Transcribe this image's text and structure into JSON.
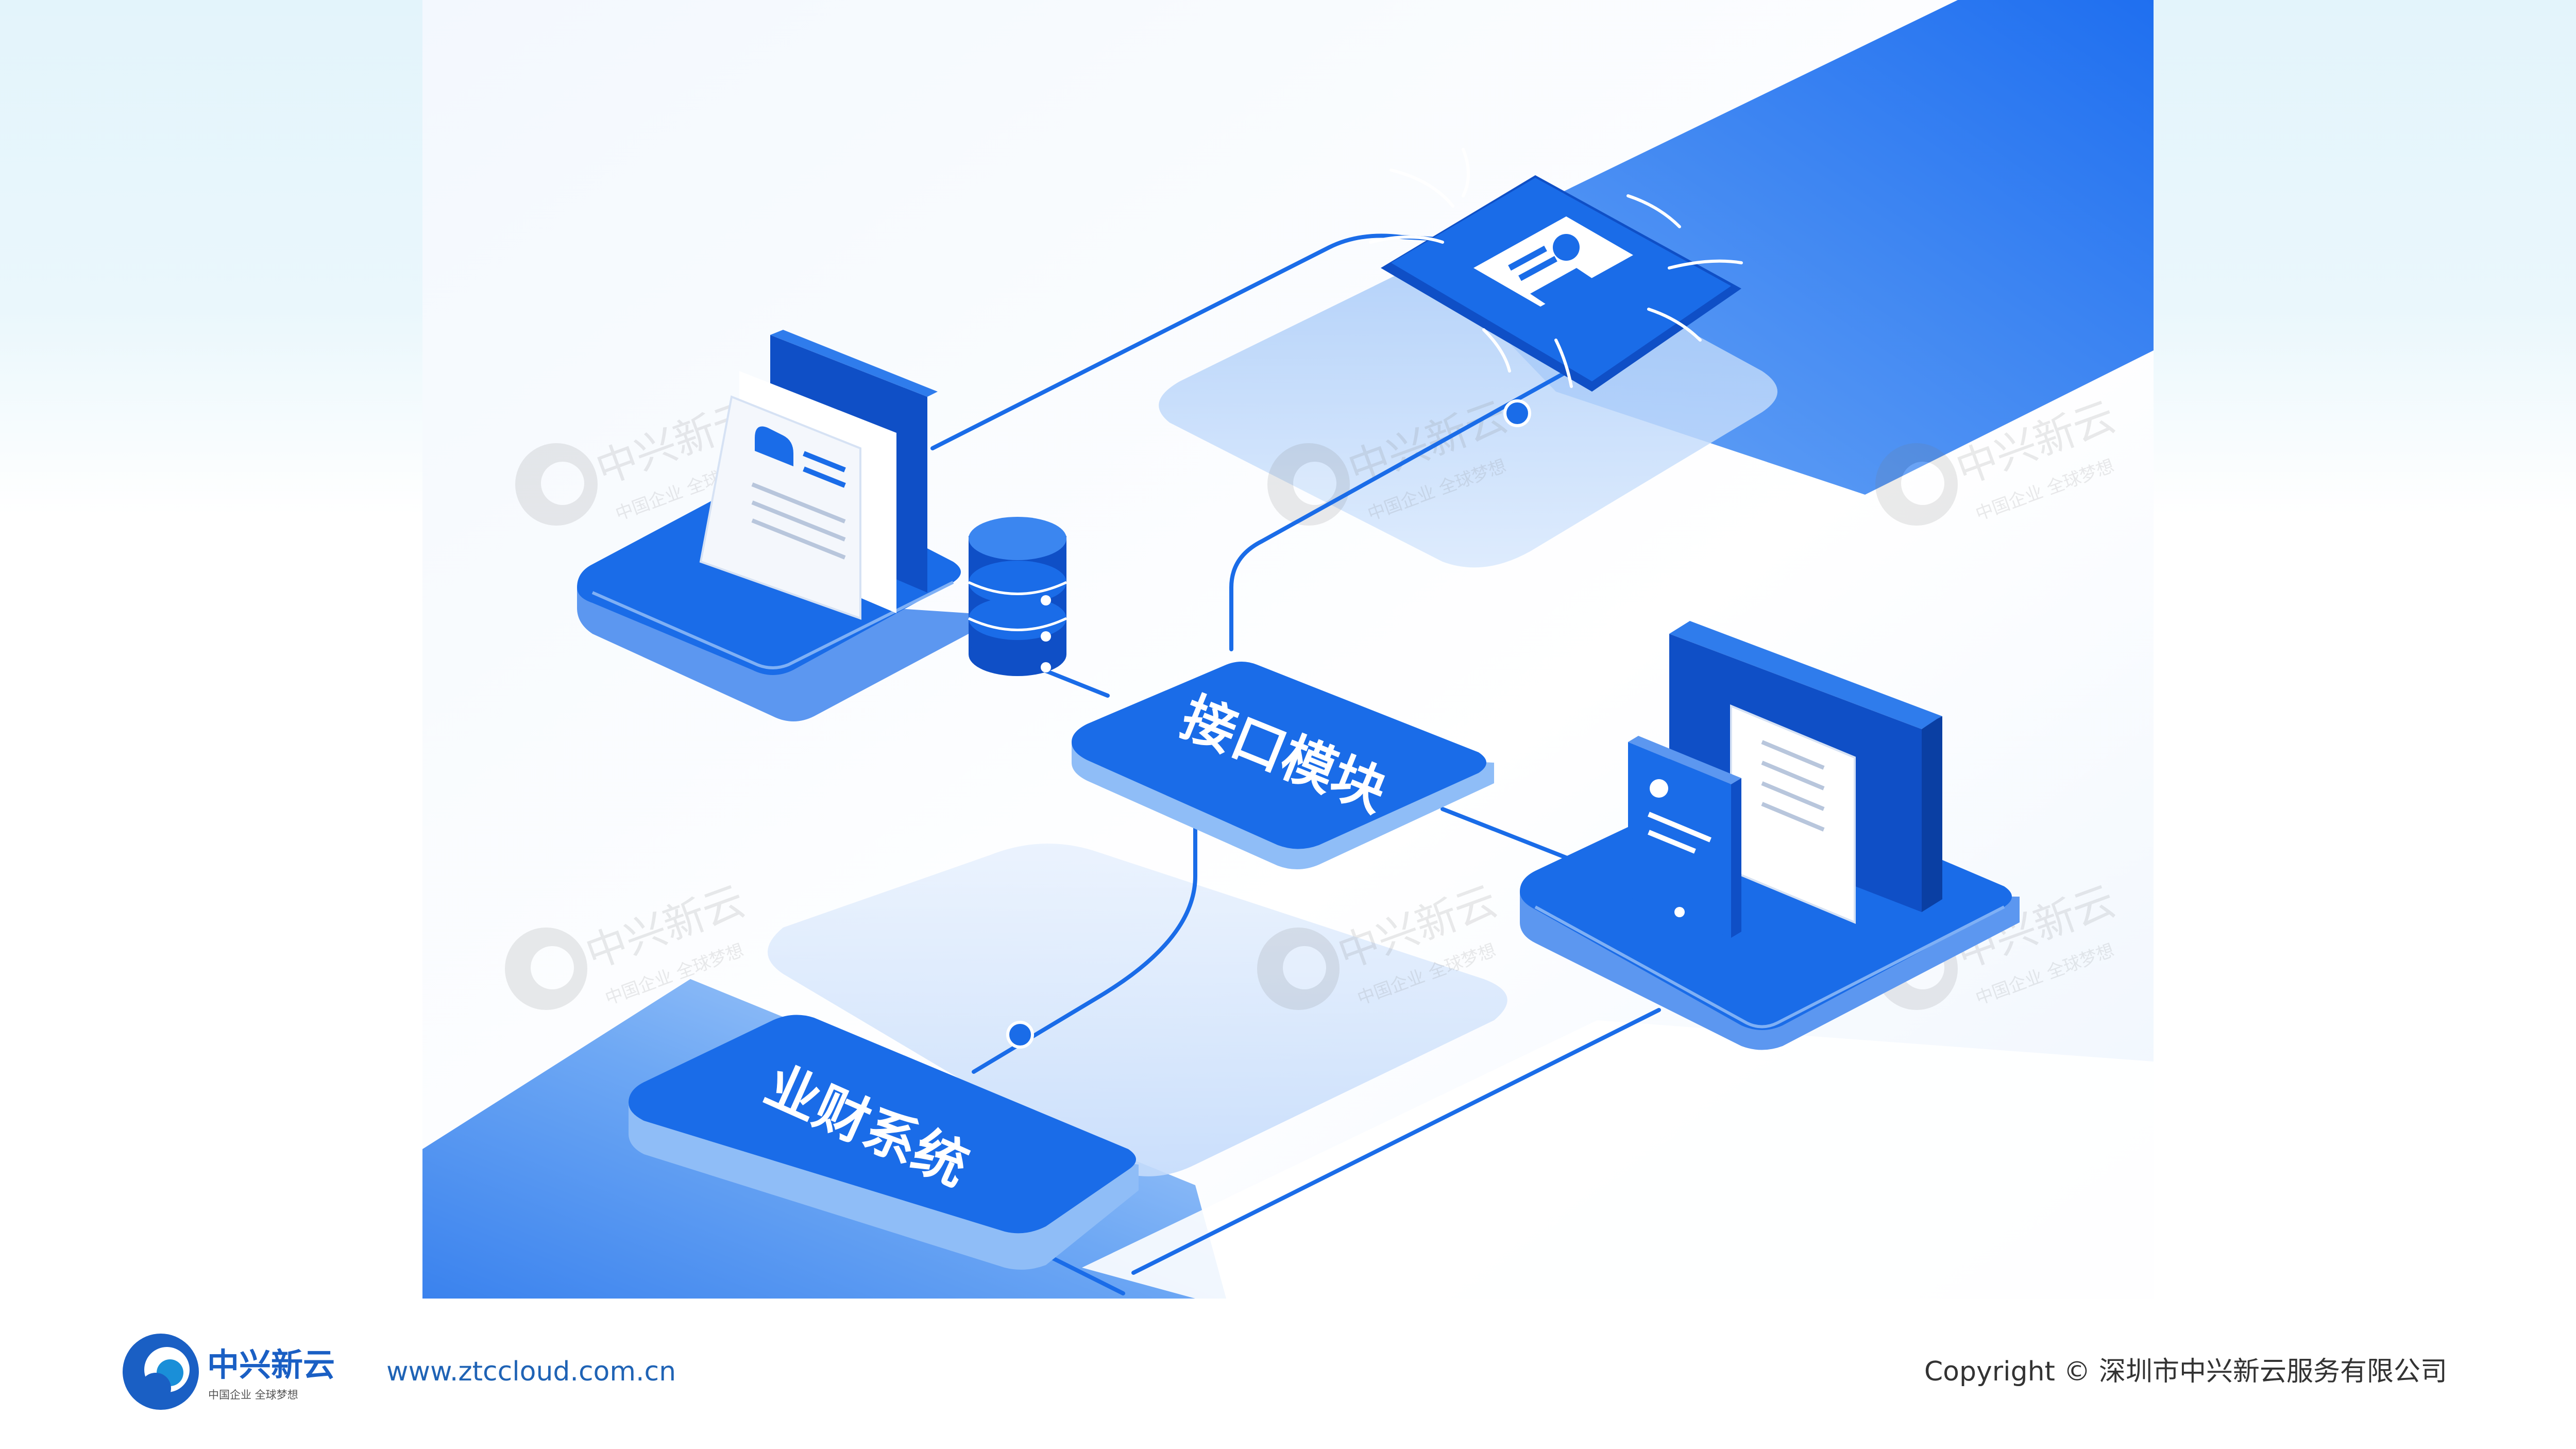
{
  "diagram": {
    "nodes": {
      "interface_module": {
        "label": "接口模块"
      },
      "finance_system": {
        "label": "业财系统"
      }
    },
    "watermark": {
      "brand": "中兴新云",
      "slogan": "中国企业 全球梦想"
    }
  },
  "footer": {
    "logo": {
      "brand": "中兴新云",
      "slogan": "中国企业 全球梦想"
    },
    "website": "www.ztccloud.com.cn",
    "copyright": "Copyright © 深圳市中兴新云服务有限公司"
  },
  "colors": {
    "primary": "#1a6ce8",
    "dark": "#0f4fc6",
    "light": "#8fbdf7",
    "pale": "#cfe3fd",
    "link": "#1f63b5"
  }
}
